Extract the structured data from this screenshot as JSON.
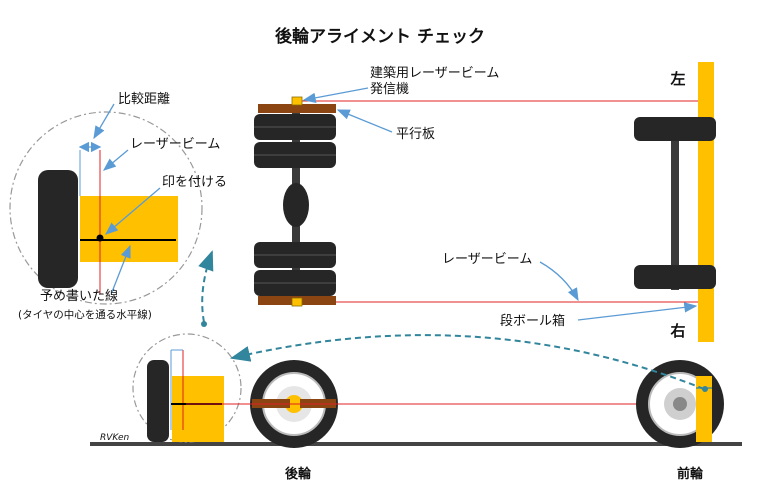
{
  "title": "後輪アライメント チェック",
  "labels": {
    "laser_emitter_line1": "建築用レーザービーム",
    "laser_emitter_line2": "発信機",
    "parallel_plate": "平行板",
    "laser_beam_top": "レーザービーム",
    "cardboard_box": "段ボール箱",
    "left": "左",
    "right": "右",
    "compare_distance": "比較距離",
    "laser_beam_zoom": "レーザービーム",
    "mark": "印を付ける",
    "pre_line": "予め書いた線",
    "pre_line_note": "(タイヤの中心を通る水平線)",
    "rear_wheel": "後輪",
    "front_wheel": "前輪",
    "signature": "RVKen"
  },
  "colors": {
    "accent_yellow": "#FFC000",
    "tire": "#262626",
    "axle": "#3a3a3a",
    "plate_brown": "#8B4513",
    "laser_red": "#E02020",
    "arrow_blue": "#5B9BD5",
    "dash_teal": "#31859C"
  }
}
